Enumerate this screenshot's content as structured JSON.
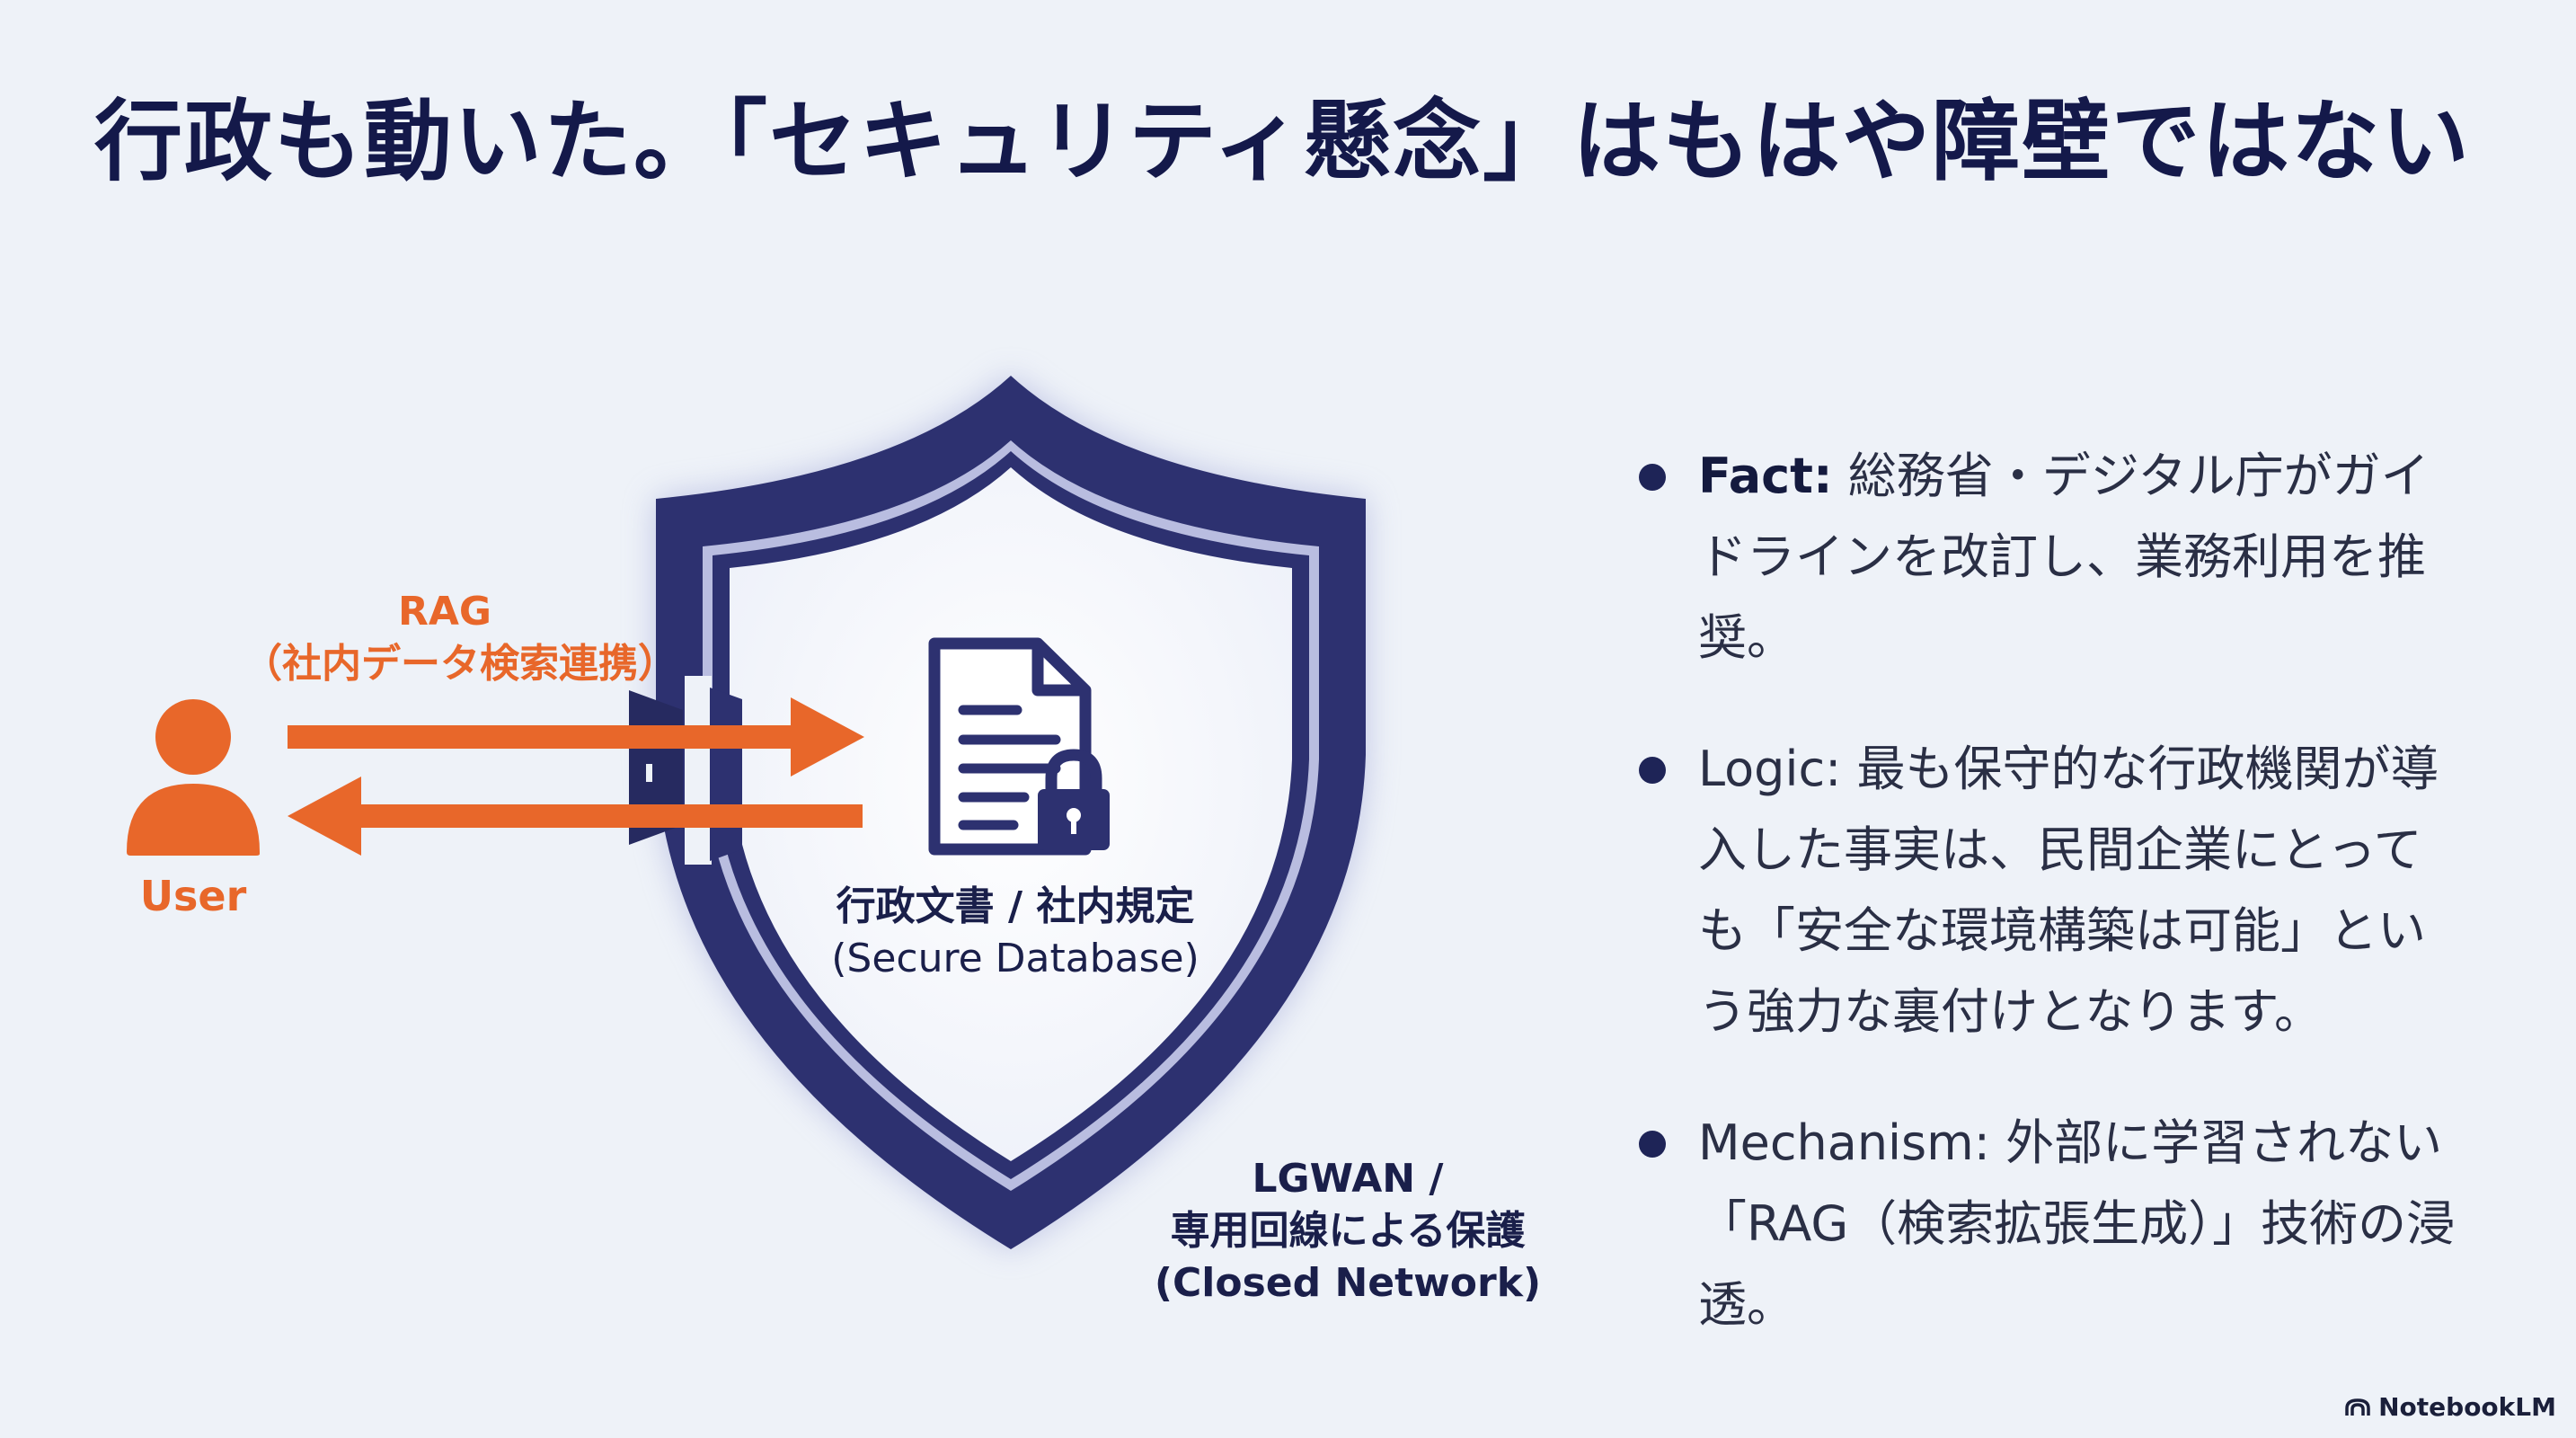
{
  "title": "行政も動いた。「セキュリティ懸念」はもはや障壁ではない",
  "diagram": {
    "rag_title": "RAG",
    "rag_subtitle": "（社内データ検索連携）",
    "user_label": "User",
    "doc_title": "行政文書 / 社内規定",
    "doc_subtitle": "(Secure Database)",
    "network_line1": "LGWAN /",
    "network_line2": "専用回線による保護",
    "network_line3": "(Closed Network)"
  },
  "bullets": [
    {
      "key": "Fact:",
      "key_bold": true,
      "text": " 総務省・デジタル庁がガイドラインを改訂し、業務利用を推奨。"
    },
    {
      "key": "Logic:",
      "key_bold": false,
      "text": " 最も保守的な行政機関が導入した事実は、民間企業にとっても「安全な環境構築は可能」という強力な裏付けとなります。"
    },
    {
      "key": "Mechanism:",
      "key_bold": false,
      "text": " 外部に学習されない「RAG（検索拡張生成）」技術の浸透。"
    }
  ],
  "brand": {
    "name": "NotebookLM"
  },
  "colors": {
    "navy": "#2d3170",
    "orange": "#e8672a",
    "background": "#eef2f8"
  }
}
